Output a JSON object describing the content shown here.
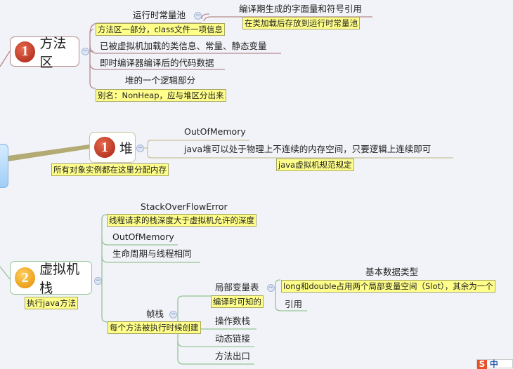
{
  "colors": {
    "method_area": "#b58a8a",
    "heap": "#b2ab74",
    "vm_stack": "#94c494",
    "note_bg": "#ffff8a"
  },
  "method_area": {
    "badge": "1",
    "title": "方法区",
    "runtime_pool": {
      "label": "运行时常量池",
      "note": "方法区一部分，class文件一项信息",
      "child": {
        "label": "编译期生成的字面量和符号引用",
        "note": "在类加载后存放到运行时常量池"
      }
    },
    "items": [
      "已被虚拟机加载的类信息、常量、静态变量",
      "即时编译器编译后的代码数据"
    ],
    "logical": {
      "label": "堆的一个逻辑部分",
      "note": "别名：NonHeap，应与堆区分出来"
    }
  },
  "heap": {
    "badge": "1",
    "title": "堆",
    "note": "所有对象实例都在这里分配内存",
    "items": [
      "OutOfMemory",
      "java堆可以处于物理上不连续的内存空间，只要逻辑上连续即可"
    ],
    "item_note": "java虚拟机规范规定"
  },
  "vm_stack": {
    "badge": "2",
    "title": "虚拟机栈",
    "note": "执行java方法",
    "error": {
      "label": "StackOverFlowError",
      "note": "线程请求的栈深度大于虚拟机允许的深度"
    },
    "items": [
      "OutOfMemory",
      "生命周期与线程相同"
    ],
    "frame": {
      "label": "帧栈",
      "note": "每个方法被执行时候创建",
      "local_vars": {
        "label": "局部变量表",
        "note": "编译时可知的",
        "primitive": {
          "label": "基本数据类型",
          "note": "long和double占用两个局部变量空间（Slot），其余为一个"
        },
        "reference": "引用"
      },
      "others": [
        "操作数栈",
        "动态链接",
        "方法出口"
      ]
    }
  },
  "ime": {
    "logo": "S",
    "mode": "中"
  }
}
